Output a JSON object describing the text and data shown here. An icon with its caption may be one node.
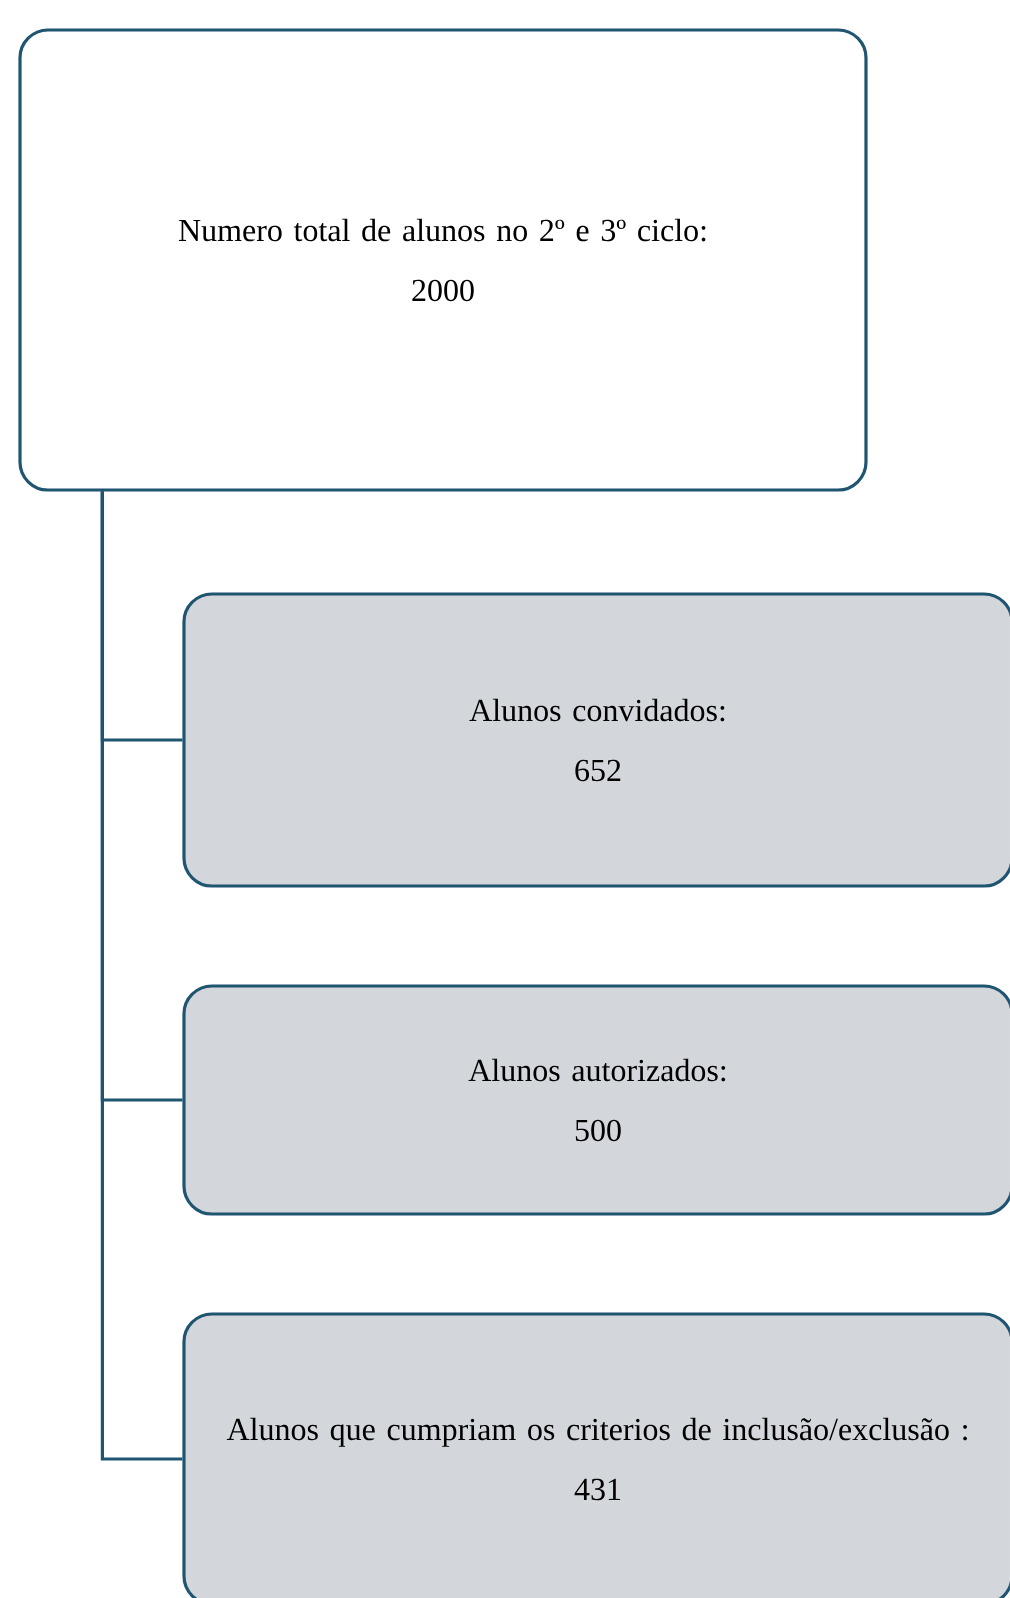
{
  "diagram": {
    "nodes": [
      {
        "text": [
          "Numero total de alunos no 2º e 3º ciclo:",
          "2000"
        ]
      },
      {
        "text": [
          "Alunos convidados:",
          "652"
        ]
      },
      {
        "text": [
          "Alunos autorizados:",
          "500"
        ]
      },
      {
        "text": [
          "Alunos que cumpriam os criterios de inclusão/exclusão :",
          "431"
        ]
      }
    ],
    "edges": [
      {
        "from": 0,
        "to": 1,
        "arrow": "none"
      },
      {
        "from": 0,
        "to": 2,
        "arrow": "none"
      },
      {
        "from": 0,
        "to": 3,
        "arrow": "none"
      }
    ]
  }
}
